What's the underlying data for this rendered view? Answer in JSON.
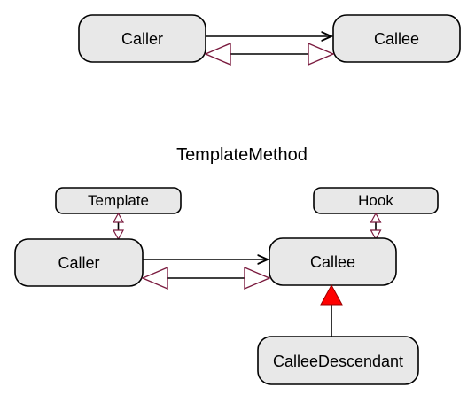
{
  "top": {
    "caller": "Caller",
    "callee": "Callee"
  },
  "bottom": {
    "title": "TemplateMethod",
    "template": "Template",
    "hook": "Hook",
    "caller": "Caller",
    "callee": "Callee",
    "descendant": "CalleeDescendant"
  },
  "colors": {
    "node_fill": "#e8e8e8",
    "hollow_arrow_stroke": "#7a1a3e",
    "inheritance_arrow": "#ff0000"
  }
}
